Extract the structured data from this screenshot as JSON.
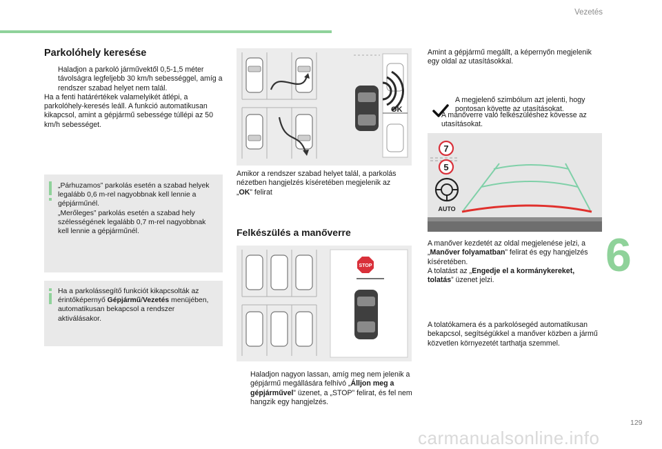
{
  "header": {
    "section": "Vezetés"
  },
  "tab": {
    "number": "6"
  },
  "footer": {
    "page_number": "129",
    "watermark": "carmanualsonline.info"
  },
  "left": {
    "title": "Parkolóhely keresése",
    "bullet_mark": "",
    "bullet1": "Haladjon a parkoló járművektől 0,5-1,5 méter távolságra legfeljebb 30 km/h sebességgel, amíg a rendszer szabad helyet nem talál.",
    "para1": "Ha a fenti határértékek valamelyikét átlépi, a parkolóhely-keresés leáll. A funkció automatikusan kikapcsol, amint a gépjármű sebessége túllépi az 50 km/h sebességet.",
    "info1": {
      "line1": "„Párhuzamos” parkolás esetén a szabad helyek legalább 0,6 m-rel nagyobbnak kell lennie a gépjárműnél.",
      "line2": "„Merőleges” parkolás esetén a szabad hely szélességének legalább 0,7 m-rel nagyobbnak kell lennie a gépjárműnél."
    },
    "info2": {
      "t1": "Ha a parkolássegítő funkciót kikapcsolták az érintőképernyő ",
      "b1": "Gépjármű",
      "t2": "/",
      "b2": "Vezetés",
      "t3": " menüjében, automatikusan bekapcsol a rendszer aktiválásakor."
    }
  },
  "middle": {
    "image1": {
      "ok_label": "OK"
    },
    "caption1": {
      "t1": "Amikor a rendszer szabad helyet talál, a parkolás nézetben hangjelzés kíséretében megjelenik az „",
      "b1": "OK",
      "t2": "” felirat"
    },
    "title2": "Felkészülés a manőverre",
    "image2": {
      "stop_label": "STOP"
    },
    "bullet2": {
      "t1": "Haladjon nagyon lassan, amíg meg nem jelenik a gépjármű megállására felhívó „",
      "b1": "Álljon meg a gépjárművel",
      "t2": "” üzenet, a „STOP” felirat, és fel nem hangzik egy hangjelzés."
    }
  },
  "right": {
    "para1": "Amint a gépjármű megállt, a képernyőn megjelenik egy oldal az utasításokkal.",
    "bullet1": "A manőverre való felkészüléshez kövesse az utasításokat.",
    "check_text": "A megjelenő szimbólum azt jelenti, hogy pontosan követte az utasításokat.",
    "camera": {
      "badge1": "7",
      "badge2": "5",
      "auto_label": "AUTO"
    },
    "para2": {
      "t1": "A manőver kezdetét az oldal megjelenése jelzi, a „",
      "b1": "Manőver folyamatban",
      "t2": "” felirat és egy hangjelzés kíséretében.",
      "t3": "A tolatást az „",
      "b2": "Engedje el a kormánykereket, tolatás",
      "t4": "” üzenet jelzi."
    },
    "para3": "A tolatókamera és a parkolósegéd automatikusan bekapcsol, segítségükkel a manőver közben a jármű közvetlen környezetét tarthatja szemmel."
  },
  "colors": {
    "accent": "#8fd29a",
    "grey_box": "#e9e9e9",
    "stop_red": "#d9303a",
    "guide_red": "#e0302c",
    "guide_green": "#7fd0a8"
  }
}
